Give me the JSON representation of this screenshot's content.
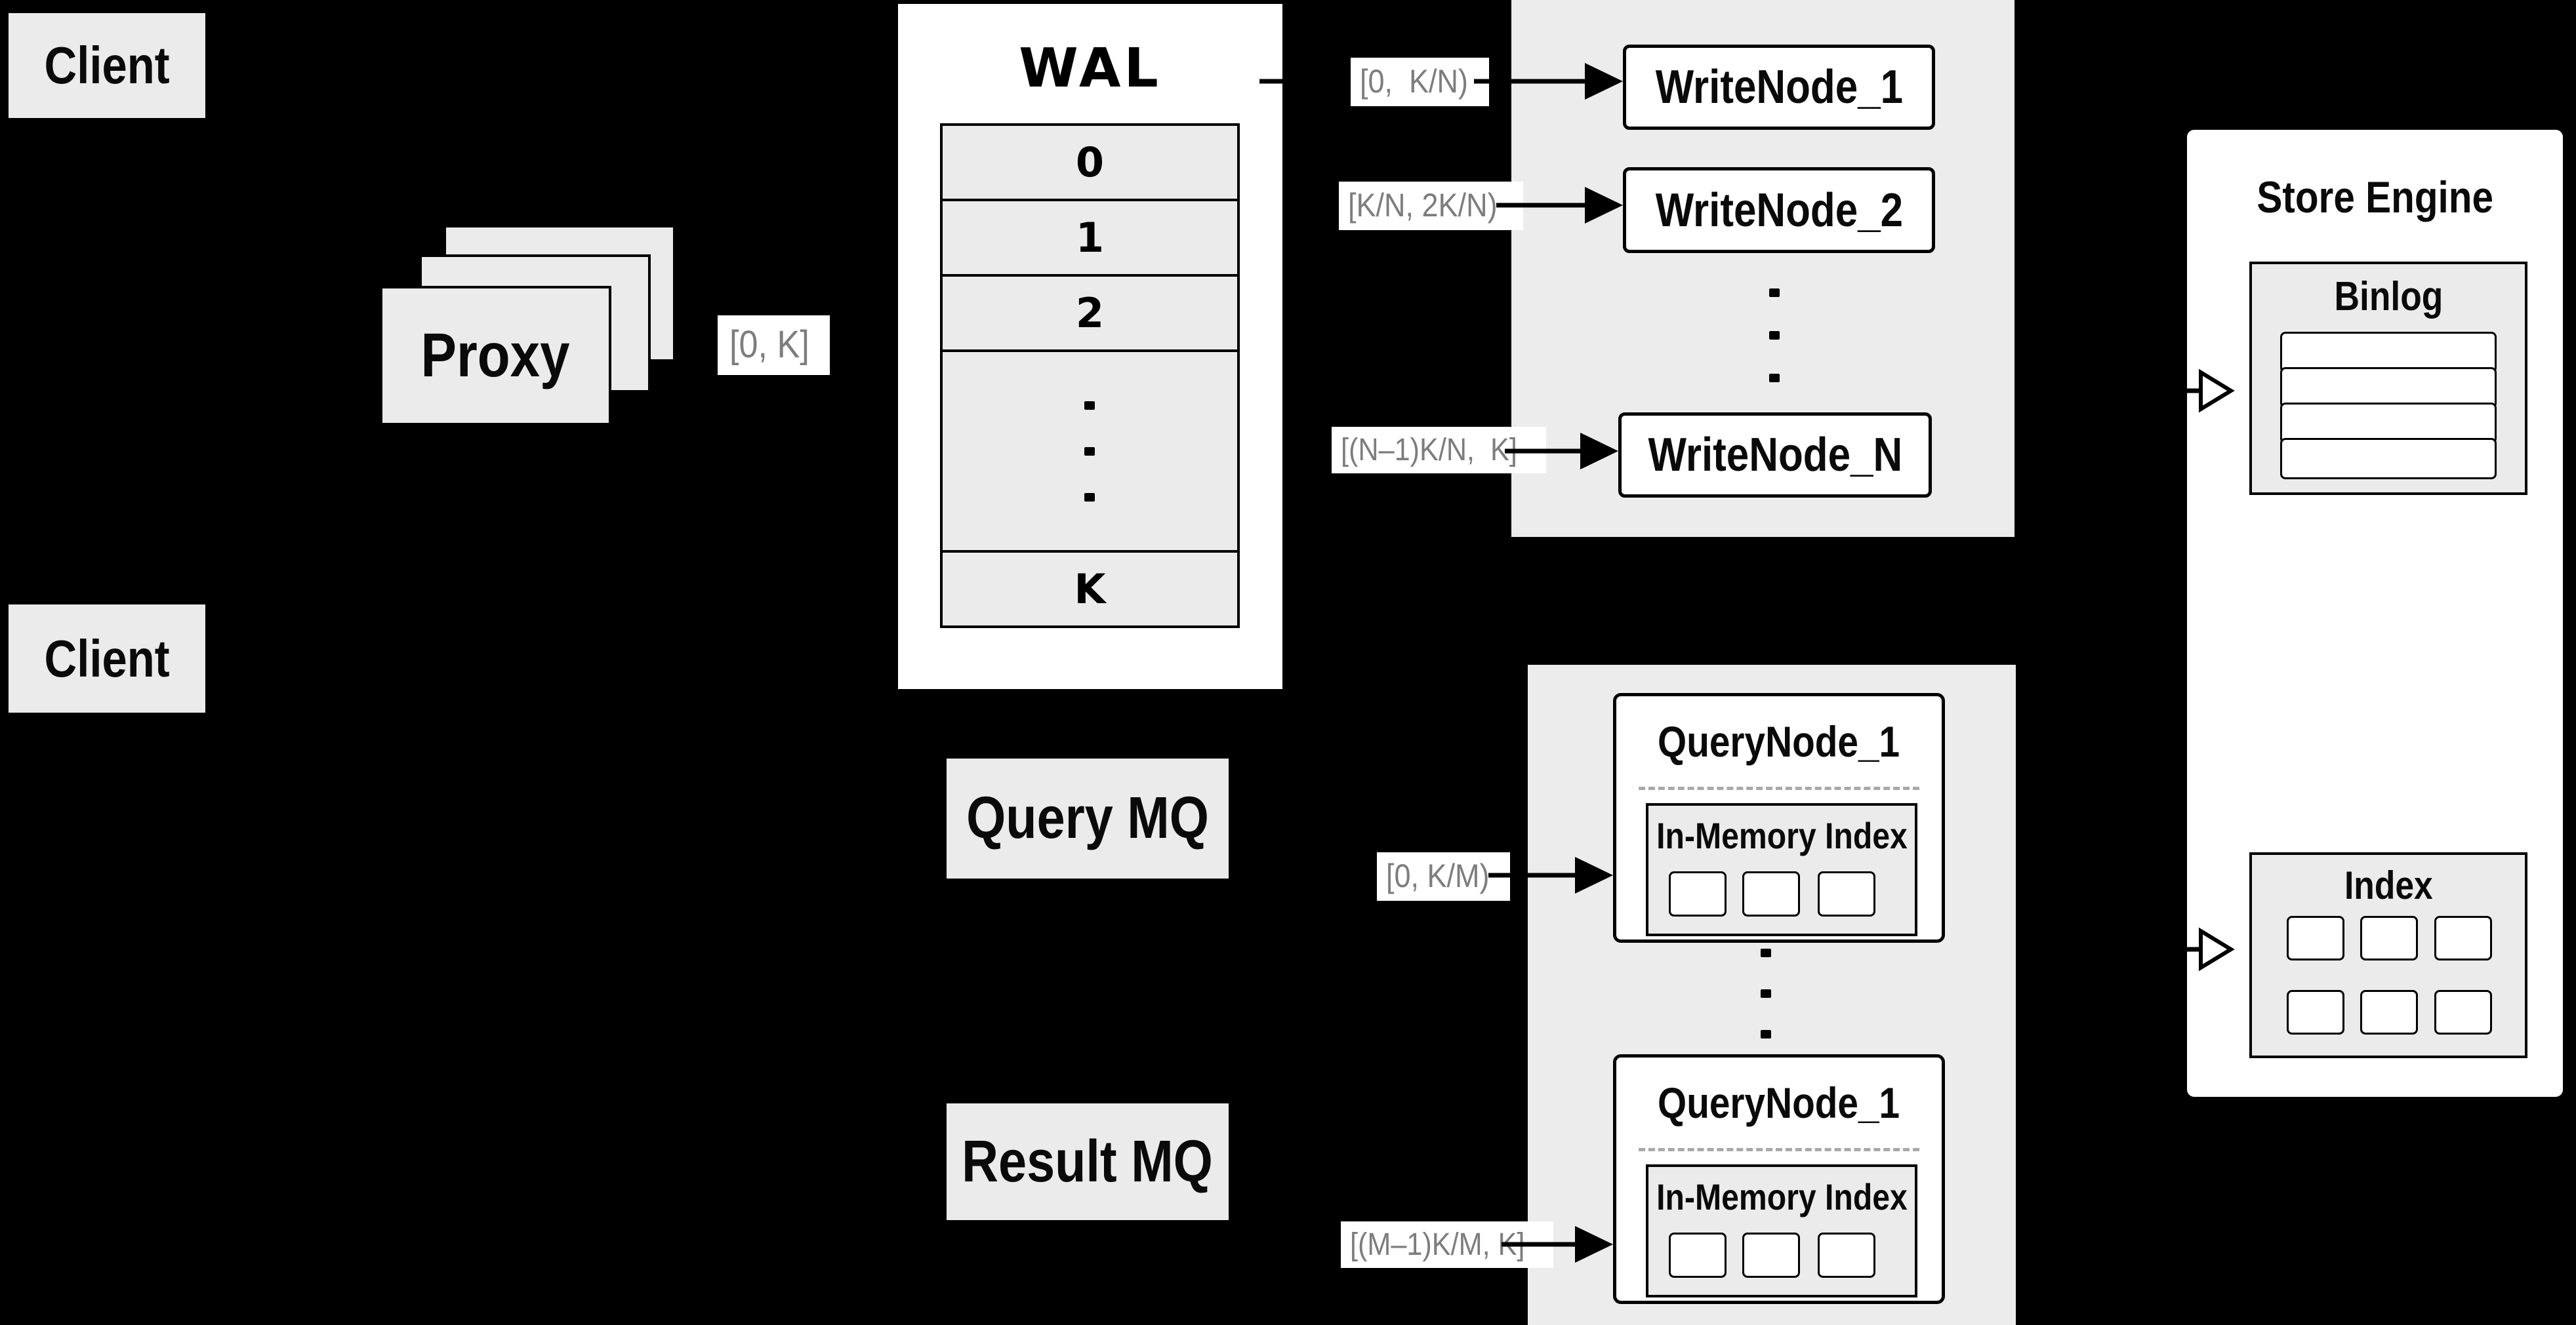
{
  "colors": {
    "background": "#000000",
    "panel_fill": "#ebebeb",
    "container_fill": "#ececec",
    "node_fill": "#ffffff",
    "line": "#000000",
    "range_text": "#7d7d7d"
  },
  "clients": {
    "top_label": "Client",
    "bottom_label": "Client"
  },
  "proxy": {
    "label": "Proxy",
    "range_label": "[0, K]"
  },
  "wal": {
    "title": "WAL",
    "row_labels": [
      "0",
      "1",
      "2",
      "K"
    ]
  },
  "write_cluster": {
    "node1": {
      "range": "[0,  K/N)",
      "label": "WriteNode_1"
    },
    "node2": {
      "range": "[K/N, 2K/N)",
      "label": "WriteNode_2"
    },
    "nodeN": {
      "range": "[(N–1)K/N,  K]",
      "label": "WriteNode_N"
    }
  },
  "store_engine": {
    "title": "Store Engine",
    "binlog": {
      "title": "Binlog",
      "row_count": 4
    },
    "index": {
      "title": "Index",
      "cell_count": 6
    }
  },
  "queues": {
    "query_mq": "Query MQ",
    "result_mq": "Result MQ"
  },
  "query_cluster": {
    "node_top": {
      "label": "QueryNode_1",
      "inner_title": "In-Memory Index",
      "range": "[0, K/M)"
    },
    "node_bottom": {
      "label": "QueryNode_1",
      "inner_title": "In-Memory Index",
      "range": "[(M–1)K/M, K]"
    }
  }
}
